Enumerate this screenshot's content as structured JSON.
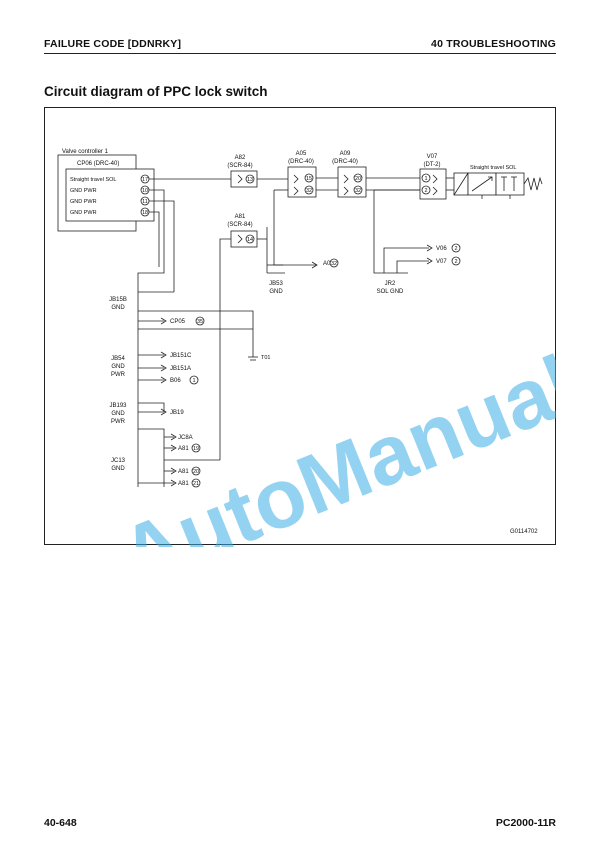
{
  "header": {
    "left": "FAILURE CODE [DDNRKY]",
    "right": "40 TROUBLESHOOTING"
  },
  "title": "Circuit diagram of PPC lock switch",
  "diagram": {
    "controller": {
      "name": "Valve controller 1",
      "connector": "CP06 (DRC-40)",
      "pins": [
        {
          "label": "Straight travel SOL",
          "pin": "17"
        },
        {
          "label": "GND PWR",
          "pin": "10"
        },
        {
          "label": "GND PWR",
          "pin": "11"
        },
        {
          "label": "GND PWR",
          "pin": "18"
        }
      ]
    },
    "a82": {
      "name": "A82",
      "type": "(SCR-84)",
      "pin": "13"
    },
    "a05": {
      "name": "A05",
      "type": "(DRC-40)",
      "pin_top": "15",
      "pin_bot": "32"
    },
    "a09": {
      "name": "A09",
      "type": "(DRC-40)",
      "pin_top": "20",
      "pin_bot": "32"
    },
    "v07": {
      "name": "V07",
      "type": "(DT-2)",
      "pin_top": "1",
      "pin_bot": "2"
    },
    "solenoid": "Straight travel SOL",
    "a81": {
      "name": "A81",
      "type": "(SCR-84)",
      "pin": "14"
    },
    "jb53": {
      "name": "JB53",
      "sub": "GND"
    },
    "a05_ref": {
      "name": "A05",
      "pin": "32"
    },
    "jr2": {
      "name": "JR2",
      "sub": "SOL GND"
    },
    "v06": {
      "name": "V06",
      "pin": "2"
    },
    "v07_ref": {
      "name": "V07",
      "pin": "2"
    },
    "jb15b": {
      "name": "JB15B",
      "sub": "GND"
    },
    "cp05": {
      "name": "CP05",
      "pin": "35"
    },
    "t01": "T01",
    "jb54": {
      "name": "JB54",
      "sub1": "GND",
      "sub2": "PWR"
    },
    "jb151c": "JB151C",
    "jb151a": "JB151A",
    "b06": {
      "name": "B06",
      "pin": "1"
    },
    "jb193": {
      "name": "JB193",
      "sub1": "GND",
      "sub2": "PWR"
    },
    "jb19": "JB19",
    "jc8a": "JC8A",
    "a81_ref1": {
      "name": "A81",
      "pin": "19"
    },
    "jc13": {
      "name": "JC13",
      "sub": "GND"
    },
    "a81_ref2": {
      "name": "A81",
      "pin": "20"
    },
    "a81_ref3": {
      "name": "A81",
      "pin": "21"
    },
    "figure_id": "G0114702"
  },
  "watermark": "AutoManual",
  "footer": {
    "left": "40-648",
    "right": "PC2000-11R"
  }
}
